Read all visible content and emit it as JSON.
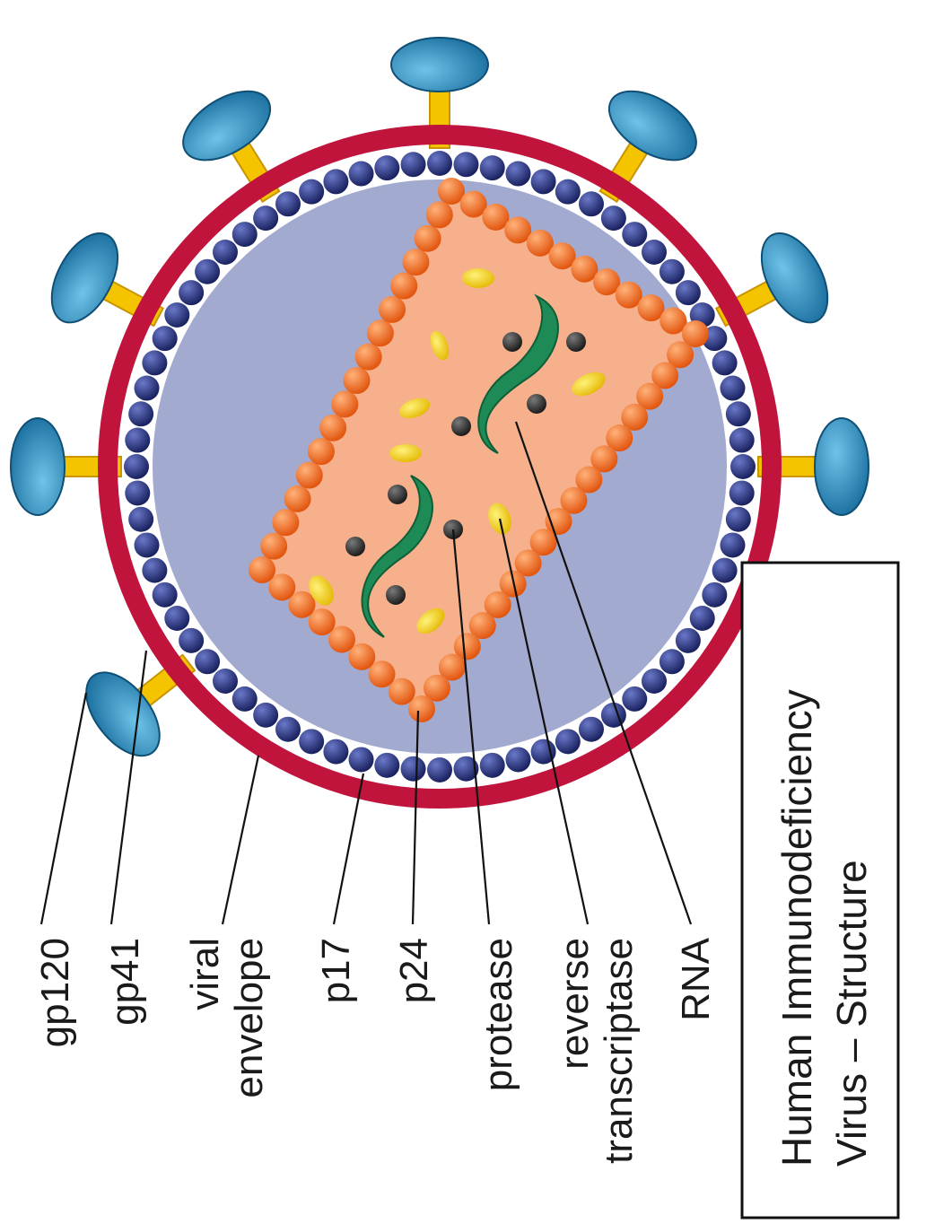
{
  "title": {
    "line1": "Human Immunodeficiency",
    "line2": "Virus – Structure"
  },
  "labels": {
    "gp120": "gp120",
    "gp41": "gp41",
    "viral_envelope_1": "viral",
    "viral_envelope_2": "envelope",
    "p17": "p17",
    "p24": "p24",
    "protease": "protease",
    "reverse_transcriptase_1": "reverse",
    "reverse_transcriptase_2": "transcriptase",
    "rna": "RNA"
  },
  "colors": {
    "envelope": "#c0143c",
    "matrix_p17": "#1f2a6b",
    "interior": "#a3aad0",
    "capsid_fill": "#f7b08c",
    "capsid_p24": "#f06a1e",
    "gp120": "#2a88b8",
    "gp41": "#f5c400",
    "rna": "#1e8a55",
    "reverse_transcriptase": "#f3d21c",
    "protease": "#3a3a3a"
  }
}
